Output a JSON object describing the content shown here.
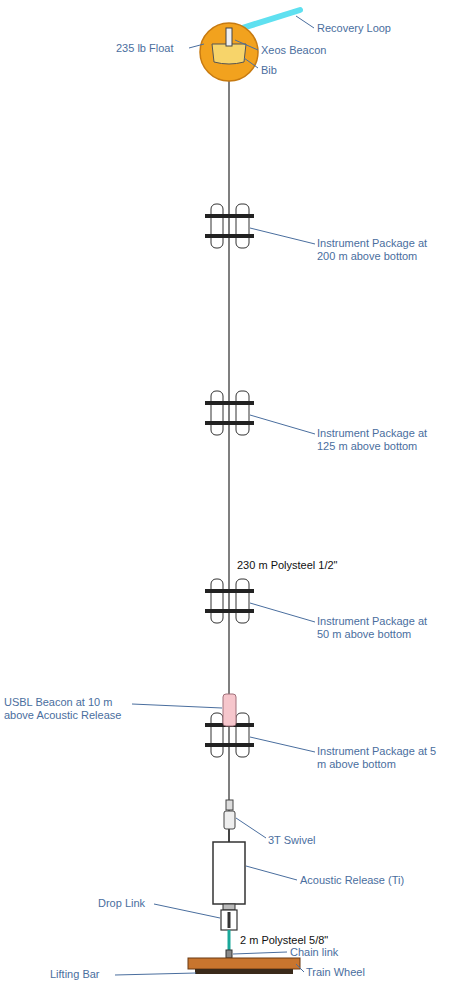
{
  "diagram": {
    "labels": [
      "Recovery Loop",
      "Xeos Beacon",
      "Bib",
      "235 lb Float",
      "Instrument Package at 200 m above bottom",
      "Instrument Package at 125 m above bottom",
      "230 m Polysteel 1/2\"",
      "Instrument Package at 50 m above bottom",
      "USBL Beacon at 10 m above Acoustic Release",
      "Instrument Package at 5 m above bottom",
      "3T Swivel",
      "Acoustic Release (Ti)",
      "Drop Link",
      "2 m Polysteel 5/8\"",
      "Chain link",
      "Lifting Bar",
      "Train Wheel"
    ]
  }
}
